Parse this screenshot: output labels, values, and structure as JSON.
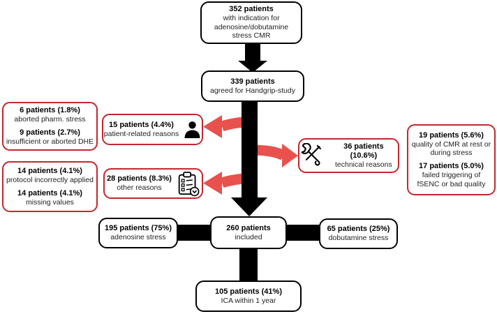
{
  "colors": {
    "box_border_red": "#c4262e",
    "arrow_red": "#e8514d",
    "flow_black": "#000000"
  },
  "nodes": {
    "start": {
      "title": "352 patients",
      "line1": "with indication for",
      "line2": "adenosine/dobutamine",
      "line3": "stress CMR"
    },
    "agreed": {
      "title": "339 patients",
      "line1": "agreed for Handgrip-study"
    },
    "excl_left_top": {
      "entries": [
        {
          "title": "6 patients (1.8%)",
          "desc": "aborted pharm. stress"
        },
        {
          "title": "9 patients (2.7%)",
          "desc": "insufficient or aborted DHE"
        }
      ]
    },
    "excl_left_bottom": {
      "entries": [
        {
          "title": "14 patients (4.1%)",
          "desc": "protocol incorrectly applied"
        },
        {
          "title": "14 patients (4.1%)",
          "desc": "missing values"
        }
      ]
    },
    "patient_reasons": {
      "title": "15 patients  (4.4%)",
      "desc": "patient-related reasons",
      "icon": "person-icon"
    },
    "other_reasons": {
      "title": "28 patients (8.3%)",
      "desc": "other reasons",
      "icon": "clipboard-checklist-icon"
    },
    "technical_reasons": {
      "title": "36 patients (10.6%)",
      "desc": "technical reasons",
      "icon": "tools-icon"
    },
    "excl_right": {
      "entries": [
        {
          "title": "19 patients (5.6%)",
          "desc": "quality of CMR at rest or during stress"
        },
        {
          "title": "17 patients (5.0%)",
          "desc": "failed triggering of fSENC or bad quality"
        }
      ]
    },
    "adenosine": {
      "title": "195 patients (75%)",
      "line1": "adenosine stress"
    },
    "included": {
      "title": "260 patients",
      "line1": "included"
    },
    "dobutamine": {
      "title": "65 patients (25%)",
      "line1": "dobutamine stress"
    },
    "ica": {
      "title": "105 patients (41%)",
      "line1": "ICA within 1 year"
    }
  }
}
